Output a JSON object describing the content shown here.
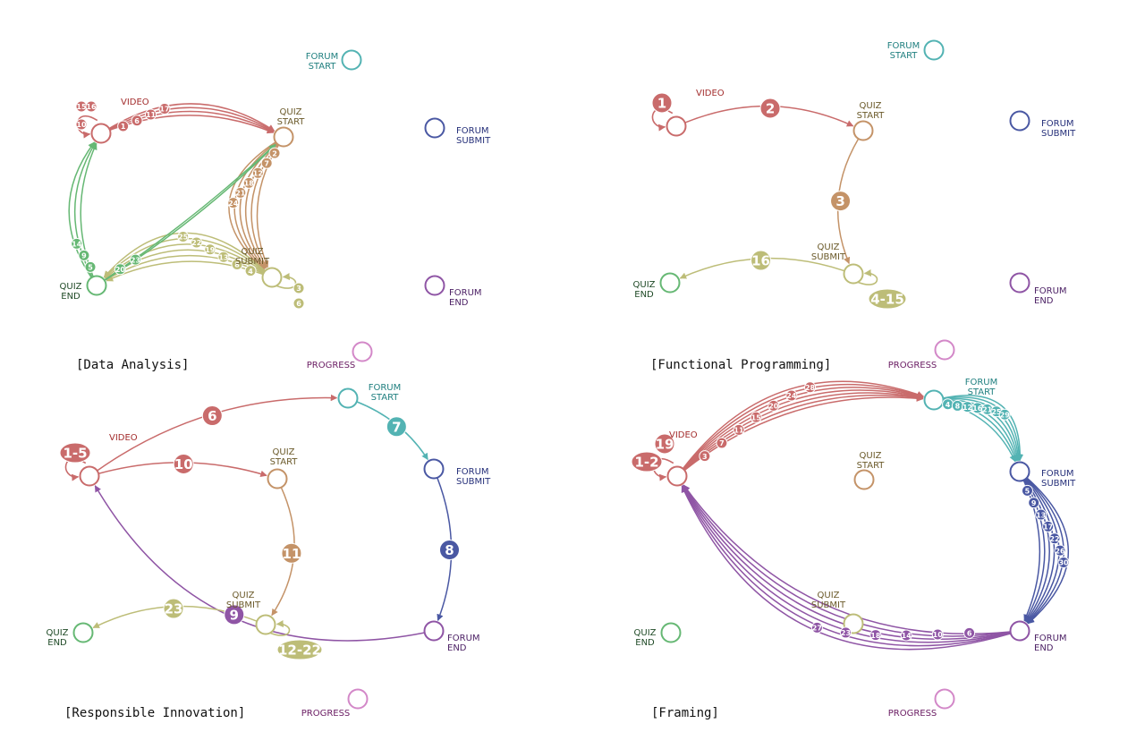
{
  "colors": {
    "video": "#c96b6b",
    "quiz_start": "#c49368",
    "quiz_submit": "#bdbd78",
    "quiz_end": "#66b874",
    "forum_start": "#53b3b3",
    "forum_submit": "#4a58a3",
    "forum_end": "#8f55a5",
    "progress": "#d388c8",
    "label_video": "#a32d2d",
    "label_quiz": "#6b5a2a",
    "label_quiz_end": "#1f4a26",
    "label_forum_start": "#1f7f7f",
    "label_forum_submit": "#26307a",
    "label_forum_end": "#4d2266",
    "label_progress": "#6a1c63"
  },
  "panels": [
    {
      "id": "data-analysis",
      "title": "[Data Analysis]",
      "labels": {
        "video": "VIDEO",
        "quiz_start": [
          "QUIZ",
          "START"
        ],
        "quiz_submit": [
          "QUIZ",
          "SUBMIT"
        ],
        "quiz_end": [
          "QUIZ",
          "END"
        ],
        "forum_start": [
          "FORUM",
          "START"
        ],
        "forum_submit": [
          "FORUM",
          "SUBMIT"
        ],
        "forum_end": [
          "FORUM",
          "END"
        ],
        "progress": "PROGRESS"
      },
      "transitions": [
        {
          "from": "video",
          "to": "quiz_start",
          "steps": [
            "1",
            "6",
            "11",
            "17"
          ]
        },
        {
          "from": "video",
          "to": "video",
          "steps": [
            "15",
            "16",
            "10"
          ]
        },
        {
          "from": "quiz_start",
          "to": "quiz_submit",
          "steps": [
            "2",
            "7",
            "12",
            "18",
            "21",
            "24"
          ]
        },
        {
          "from": "quiz_submit",
          "to": "quiz_submit",
          "steps": [
            "3",
            "6"
          ]
        },
        {
          "from": "quiz_submit",
          "to": "quiz_end",
          "steps": [
            "4",
            "8",
            "13",
            "19",
            "22",
            "25"
          ]
        },
        {
          "from": "quiz_end",
          "to": "video",
          "steps": [
            "5",
            "9",
            "14"
          ]
        },
        {
          "from": "quiz_end",
          "to": "quiz_start",
          "steps": [
            "20",
            "23"
          ]
        }
      ]
    },
    {
      "id": "functional-programming",
      "title": "[Functional Programming]",
      "labels": {
        "video": "VIDEO",
        "quiz_start": [
          "QUIZ",
          "START"
        ],
        "quiz_submit": [
          "QUIZ",
          "SUBMIT"
        ],
        "quiz_end": [
          "QUIZ",
          "END"
        ],
        "forum_start": [
          "FORUM",
          "START"
        ],
        "forum_submit": [
          "FORUM",
          "SUBMIT"
        ],
        "forum_end": [
          "FORUM",
          "END"
        ],
        "progress": "PROGRESS"
      },
      "transitions": [
        {
          "from": "video",
          "to": "video",
          "steps": [
            "1"
          ]
        },
        {
          "from": "video",
          "to": "quiz_start",
          "steps": [
            "2"
          ]
        },
        {
          "from": "quiz_start",
          "to": "quiz_submit",
          "steps": [
            "3"
          ]
        },
        {
          "from": "quiz_submit",
          "to": "quiz_submit",
          "steps": [
            "4-15"
          ]
        },
        {
          "from": "quiz_submit",
          "to": "quiz_end",
          "steps": [
            "16"
          ]
        }
      ]
    },
    {
      "id": "responsible-innovation",
      "title": "[Responsible Innovation]",
      "labels": {
        "video": "VIDEO",
        "quiz_start": [
          "QUIZ",
          "START"
        ],
        "quiz_submit": [
          "QUIZ",
          "SUBMIT"
        ],
        "quiz_end": [
          "QUIZ",
          "END"
        ],
        "forum_start": [
          "FORUM",
          "START"
        ],
        "forum_submit": [
          "FORUM",
          "SUBMIT"
        ],
        "forum_end": [
          "FORUM",
          "END"
        ],
        "progress": "PROGRESS"
      },
      "transitions": [
        {
          "from": "video",
          "to": "video",
          "steps": [
            "1-5"
          ]
        },
        {
          "from": "video",
          "to": "forum_start",
          "steps": [
            "6"
          ]
        },
        {
          "from": "forum_start",
          "to": "forum_submit",
          "steps": [
            "7"
          ]
        },
        {
          "from": "forum_submit",
          "to": "forum_end",
          "steps": [
            "8"
          ]
        },
        {
          "from": "forum_end",
          "to": "video",
          "steps": [
            "9"
          ]
        },
        {
          "from": "video",
          "to": "quiz_start",
          "steps": [
            "10"
          ]
        },
        {
          "from": "quiz_start",
          "to": "quiz_submit",
          "steps": [
            "11"
          ]
        },
        {
          "from": "quiz_submit",
          "to": "quiz_submit",
          "steps": [
            "12-22"
          ]
        },
        {
          "from": "quiz_submit",
          "to": "quiz_end",
          "steps": [
            "23"
          ]
        }
      ]
    },
    {
      "id": "framing",
      "title": "[Framing]",
      "labels": {
        "video": "VIDEO",
        "quiz_start": [
          "QUIZ",
          "START"
        ],
        "quiz_submit": [
          "QUIZ",
          "SUBMIT"
        ],
        "quiz_end": [
          "QUIZ",
          "END"
        ],
        "forum_start": [
          "FORUM",
          "START"
        ],
        "forum_submit": [
          "FORUM",
          "SUBMIT"
        ],
        "forum_end": [
          "FORUM",
          "END"
        ],
        "progress": "PROGRESS"
      },
      "transitions": [
        {
          "from": "video",
          "to": "video",
          "steps": [
            "1-2",
            "19"
          ]
        },
        {
          "from": "video",
          "to": "forum_start",
          "steps": [
            "3",
            "7",
            "11",
            "15",
            "20",
            "24",
            "28"
          ]
        },
        {
          "from": "forum_start",
          "to": "forum_submit",
          "steps": [
            "4",
            "8",
            "12",
            "16",
            "21",
            "25",
            "29"
          ]
        },
        {
          "from": "forum_submit",
          "to": "forum_end",
          "steps": [
            "5",
            "9",
            "13",
            "17",
            "22",
            "26",
            "30"
          ]
        },
        {
          "from": "forum_end",
          "to": "video",
          "steps": [
            "6",
            "10",
            "14",
            "18",
            "23",
            "27"
          ]
        }
      ]
    }
  ]
}
